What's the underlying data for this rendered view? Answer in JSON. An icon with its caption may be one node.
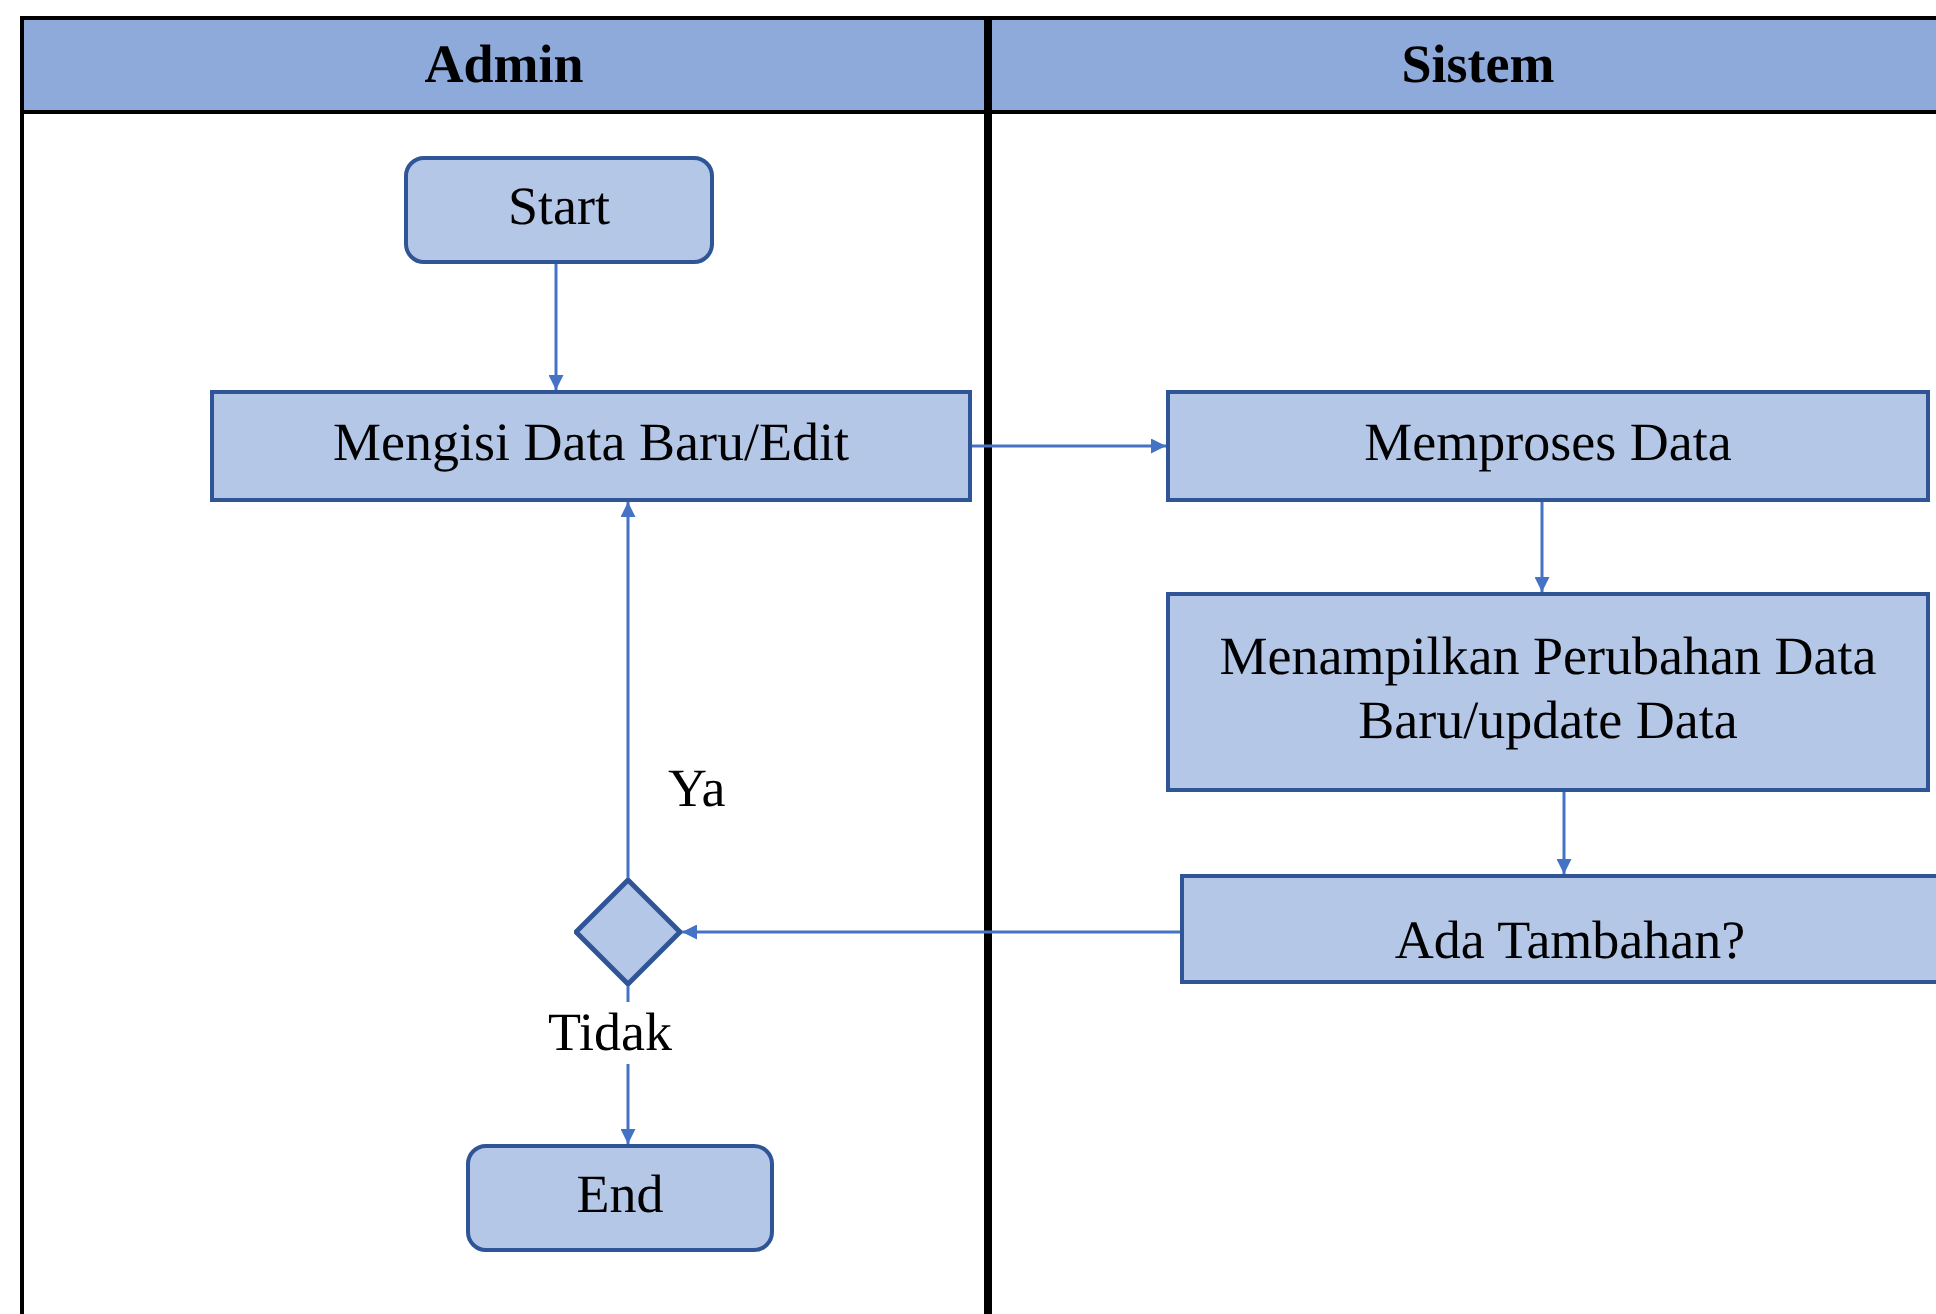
{
  "diagram": {
    "nodes": [
      {
        "text": [
          "Admin"
        ]
      },
      {
        "text": [
          "Sistem"
        ]
      },
      {
        "text": [
          "Start"
        ],
        "in": 0
      },
      {
        "text": [
          "Mengisi Data Baru/Edit"
        ],
        "in": 0
      },
      {
        "text": [
          "Memproses Data"
        ],
        "in": 1
      },
      {
        "text": [
          "Menampilkan Perubahan Data Baru/update Data"
        ],
        "in": 1
      },
      {
        "text": [
          "Ada Tambahan?"
        ],
        "in": 1
      },
      {
        "text": [],
        "shape": "diamond",
        "in": 0
      },
      {
        "text": [
          "End"
        ],
        "in": 0
      }
    ],
    "edges": [
      {
        "from": 2,
        "to": 3,
        "arrow": "to"
      },
      {
        "from": 3,
        "to": 4,
        "arrow": "to"
      },
      {
        "from": 4,
        "to": 5,
        "arrow": "to"
      },
      {
        "from": 5,
        "to": 6,
        "arrow": "to"
      },
      {
        "from": 6,
        "to": 7,
        "arrow": "to"
      },
      {
        "from": 7,
        "to": 3,
        "arrow": "to",
        "label": "Ya"
      },
      {
        "from": 7,
        "to": 8,
        "arrow": "to",
        "label": "Tidak"
      }
    ]
  }
}
